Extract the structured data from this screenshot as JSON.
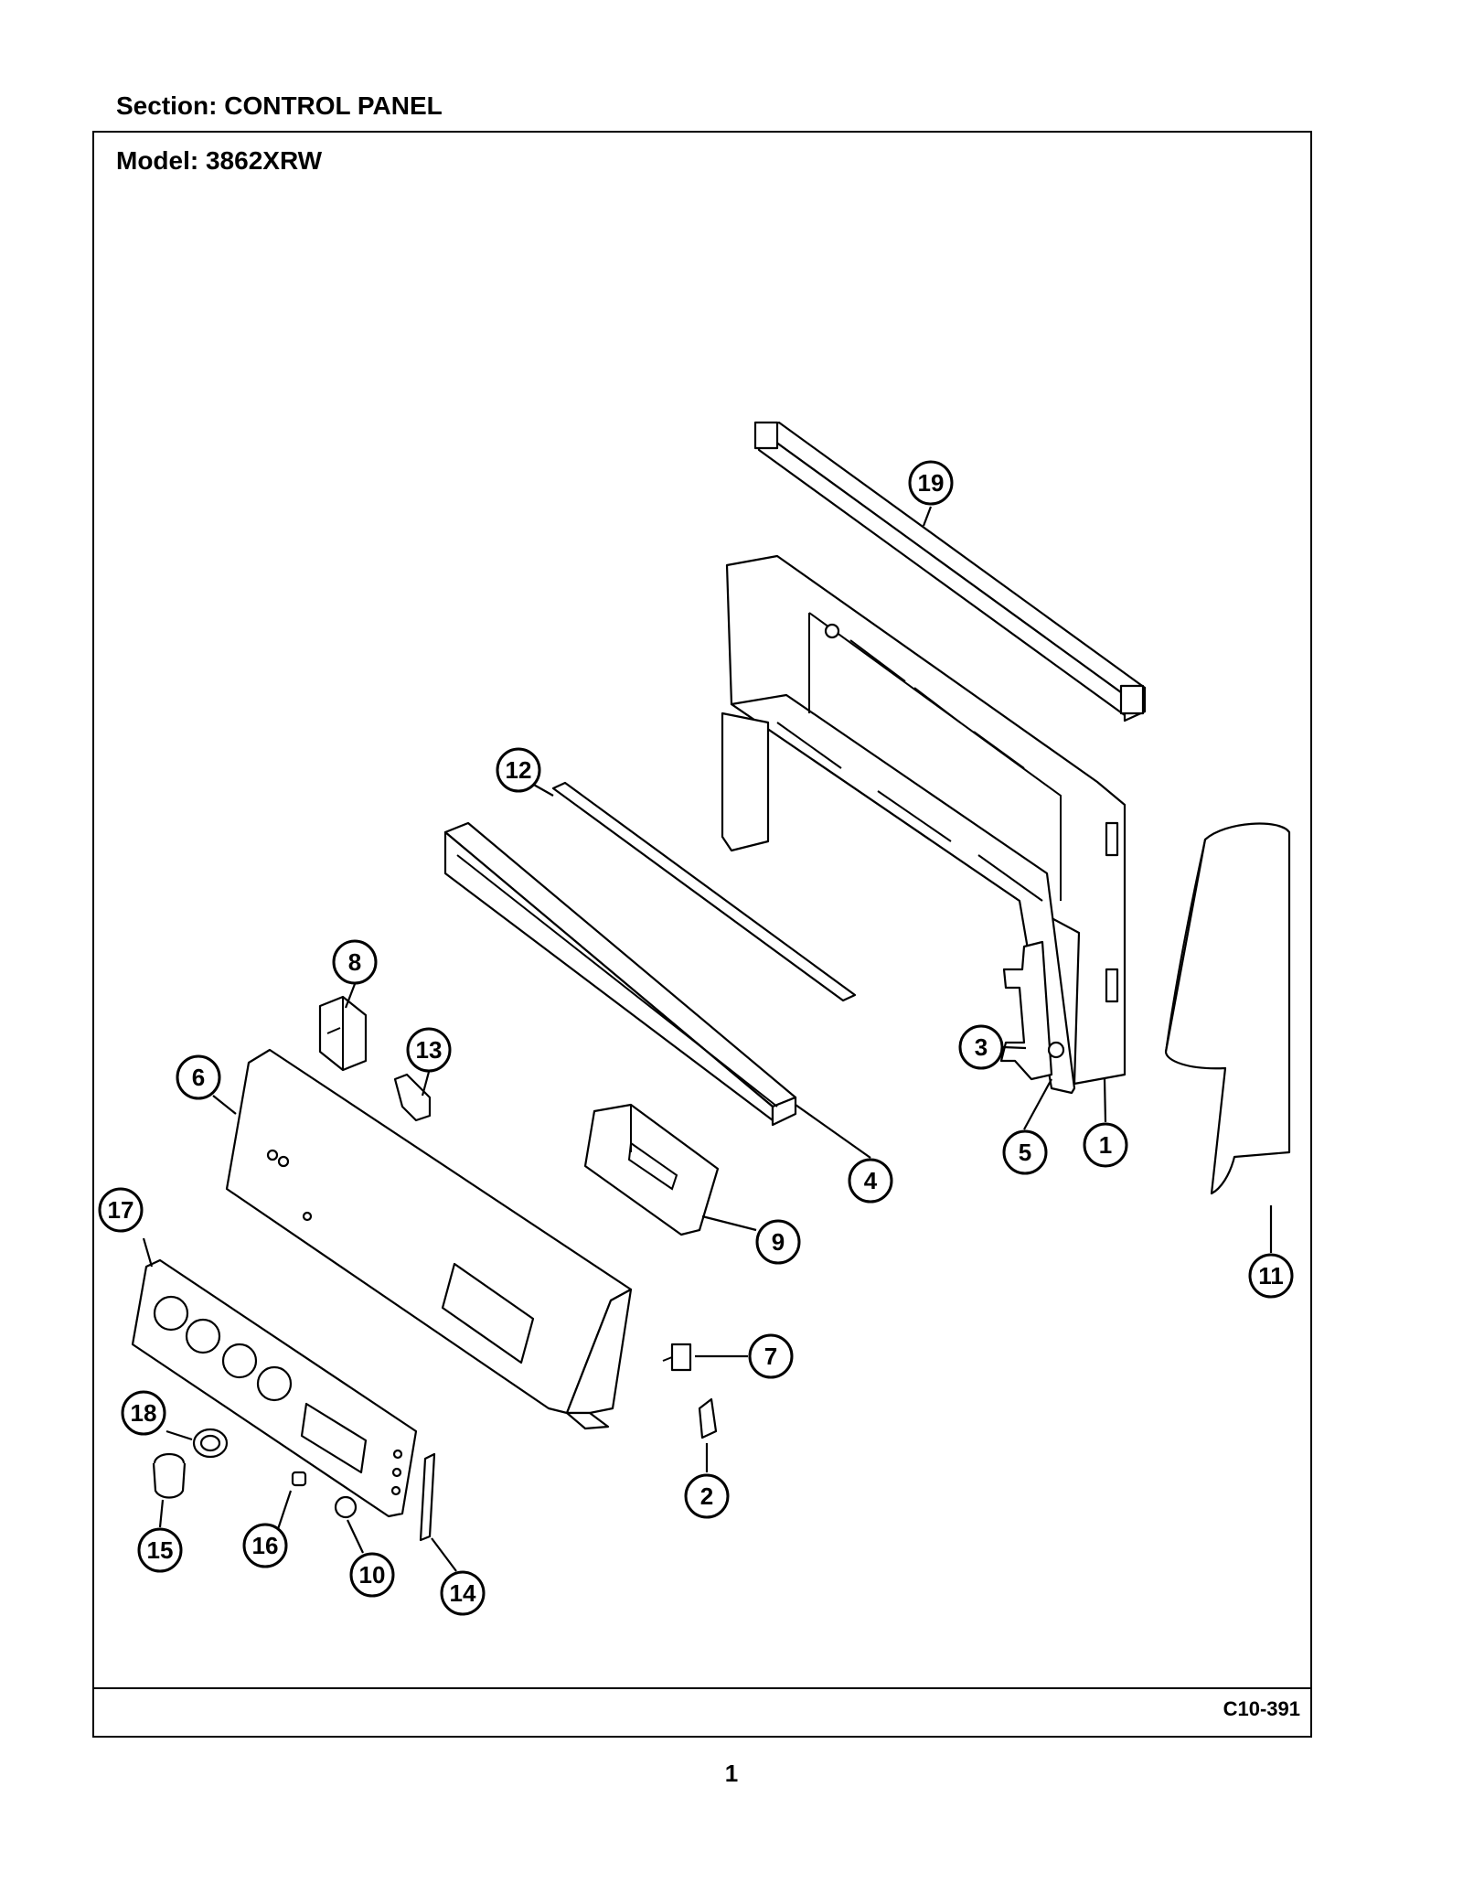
{
  "header": {
    "section_title": "Section:  CONTROL PANEL"
  },
  "frame": {
    "model_title": "Model:  3862XRW",
    "diagram_code": "C10-391"
  },
  "footer": {
    "page_number": "1"
  },
  "callouts": [
    {
      "id": "c19",
      "label": "19"
    },
    {
      "id": "c12",
      "label": "12"
    },
    {
      "id": "c8",
      "label": "8"
    },
    {
      "id": "c13",
      "label": "13"
    },
    {
      "id": "c6",
      "label": "6"
    },
    {
      "id": "c3",
      "label": "3"
    },
    {
      "id": "c5",
      "label": "5"
    },
    {
      "id": "c1",
      "label": "1"
    },
    {
      "id": "c4",
      "label": "4"
    },
    {
      "id": "c9",
      "label": "9"
    },
    {
      "id": "c17",
      "label": "17"
    },
    {
      "id": "c11",
      "label": "11"
    },
    {
      "id": "c7",
      "label": "7"
    },
    {
      "id": "c18",
      "label": "18"
    },
    {
      "id": "c2",
      "label": "2"
    },
    {
      "id": "c15",
      "label": "15"
    },
    {
      "id": "c16",
      "label": "16"
    },
    {
      "id": "c10",
      "label": "10"
    },
    {
      "id": "c14",
      "label": "14"
    }
  ]
}
